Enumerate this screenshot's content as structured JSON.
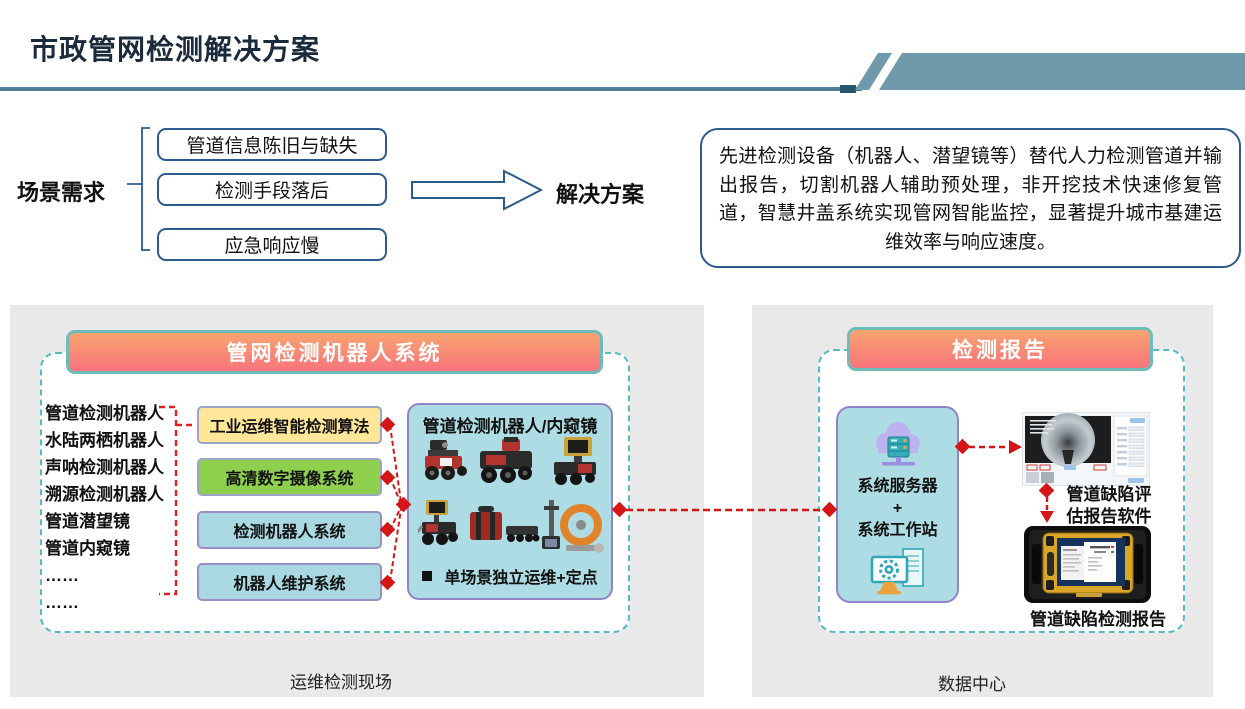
{
  "colors": {
    "title_text": "#1B2B3C",
    "underline": "#4E7E99",
    "banner": "#6E9AAC",
    "outline_blue": "#2E5B8F",
    "accent_red": "#D41616",
    "header_gradient_top": "#F8A46F",
    "header_gradient_bottom": "#F8747C",
    "dashed_teal": "#53BCC2",
    "box_cyan": "#AEDCE4",
    "purple_border": "#9283C6",
    "panel_gray": "#E9E9E9"
  },
  "header": {
    "title": "市政管网检测解决方案"
  },
  "needs": {
    "label": "场景需求",
    "items": [
      "管道信息陈旧与缺失",
      "检测手段落后",
      "应急响应慢"
    ]
  },
  "flow": {
    "solution_label": "解决方案"
  },
  "solution_box": {
    "text": "先进检测设备（机器人、潜望镜等）替代人力检测管道并输出报告，切割机器人辅助预处理，非开挖技术快速修复管道，智慧井盖系统实现管网智能监控，显著提升城市基建运维效率与响应速度。"
  },
  "left_panel": {
    "header": "管网检测机器人系统",
    "devices": [
      "管道检测机器人",
      "水陆两栖机器人",
      "声呐检测机器人",
      "溯源检测机器人",
      "管道潜望镜",
      "管道内窥镜",
      "……",
      "……"
    ],
    "modules": [
      {
        "label": "工业运维智能检测算法",
        "bg": "#FFE699",
        "border": "#9AA5C8"
      },
      {
        "label": "高清数字摄像系统",
        "bg": "#8ED04E",
        "border": "#9AA5C8"
      },
      {
        "label": "检测机器人系统",
        "bg": "#A9D8E2",
        "border": "#9B8EC4"
      },
      {
        "label": "机器人维护系统",
        "bg": "#A9D8E2",
        "border": "#9B8EC4"
      }
    ],
    "scene_box": {
      "title": "管道检测机器人/内窥镜",
      "bullet": "单场景独立运维+定点"
    },
    "footer": "运维检测现场"
  },
  "right_panel": {
    "header": "检测报告",
    "server_box": {
      "line1": "系统服务器",
      "plus": "+",
      "line2": "系统工作站"
    },
    "software_label": "管道缺陷评估报告软件",
    "report_label": "管道缺陷检测报告",
    "footer": "数据中心"
  }
}
